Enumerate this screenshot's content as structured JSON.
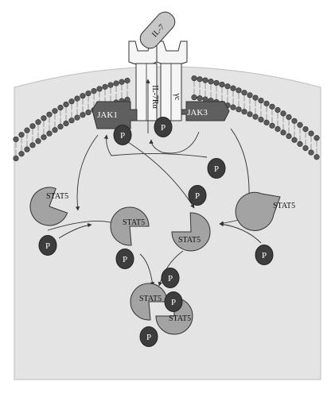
{
  "labels": {
    "il7": "IL-7",
    "il7ra": "IL-7Rα",
    "yc": "γc",
    "jak1": "JAK1",
    "jak3": "JAK3",
    "stat5": "STAT5",
    "p": "P"
  },
  "colors": {
    "cell_fill": "#e4e4e4",
    "membrane_head": "#5a5a5a",
    "receptor_fill": "#f5f5f5",
    "jak_fill": "#5f5f5f",
    "stat5_fill": "#a3a3a3",
    "phosphate_fill": "#3d3d3d",
    "il7_fill": "#c7c7c7"
  }
}
